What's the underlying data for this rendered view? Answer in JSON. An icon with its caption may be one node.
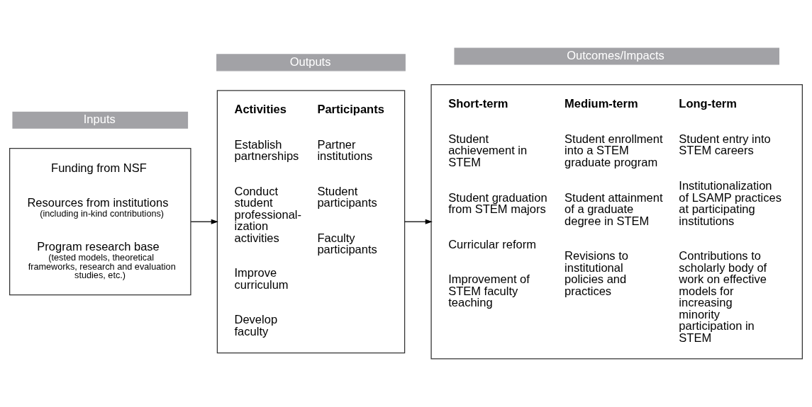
{
  "diagram": {
    "nodes": [
      {
        "text": [
          "Inputs"
        ]
      },
      {
        "text": [
          "Outputs"
        ]
      },
      {
        "text": [
          "Outcomes/Impacts"
        ]
      },
      {
        "text": [
          "Funding from NSF",
          "Resources from institutions",
          "(including in-kind contributions)",
          "Program research base",
          "(tested models, theoretical frameworks, research and evaluation studies, etc.)"
        ]
      },
      {
        "text": [
          "Activities",
          "Establish partnerships",
          "Conduct student professional-ization activities",
          "Improve curriculum",
          "Develop faculty",
          "Participants",
          "Partner institutions",
          "Student participants",
          "Faculty participants"
        ]
      },
      {
        "text": [
          "Short-term",
          "Student achievement in STEM",
          "Student graduation from STEM majors",
          "Curricular reform",
          "Improvement of STEM faculty teaching",
          "Medium-term",
          "Student enrollment into a STEM graduate program",
          "Student attainment of a graduate degree in STEM",
          "Revisions to institutional policies and practices",
          "Long-term",
          "Student entry into STEM careers",
          "Institutionalization of LSAMP practices at participating institutions",
          "Contributions to scholarly body of work on effective models for increasing minority participation in STEM"
        ]
      }
    ],
    "edges": [
      {
        "from": 3,
        "to": 4,
        "arrow": "to"
      },
      {
        "from": 4,
        "to": 5,
        "arrow": "to"
      }
    ]
  }
}
